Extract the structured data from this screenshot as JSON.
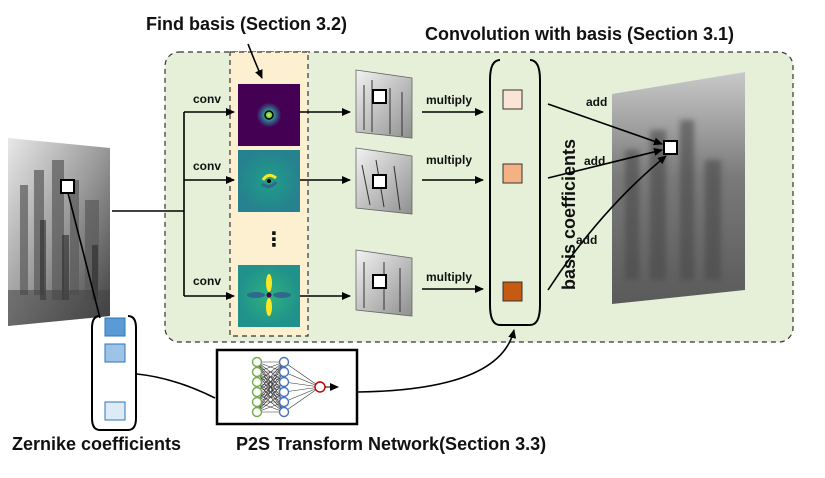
{
  "titles": {
    "find_basis": "Find basis (Section 3.2)",
    "convolution": "Convolution with basis (Section 3.1)",
    "zernike": "Zernike coefficients",
    "p2s": "P2S Transform Network(Section 3.3)",
    "basis_coefficients": "basis coefficients"
  },
  "labels": {
    "conv": [
      "conv",
      "conv",
      "conv"
    ],
    "multiply": [
      "multiply",
      "multiply",
      "multiply"
    ],
    "add": [
      "add",
      "add",
      "add"
    ],
    "ellipsis": "⋮"
  },
  "colors": {
    "panel_bg": "#e6f0d8",
    "basis_bg": "#fdf0d0",
    "coef_1": "#fbe3d6",
    "coef_2": "#f4b183",
    "coef_3": "#c55a11",
    "zernike_1": "#5b9bd5",
    "zernike_2": "#9dc3e6",
    "zernike_3": "#ddebf7",
    "neuron_in": "#70ad47",
    "neuron_hidden": "#4472c4",
    "neuron_out": "#c00000"
  }
}
